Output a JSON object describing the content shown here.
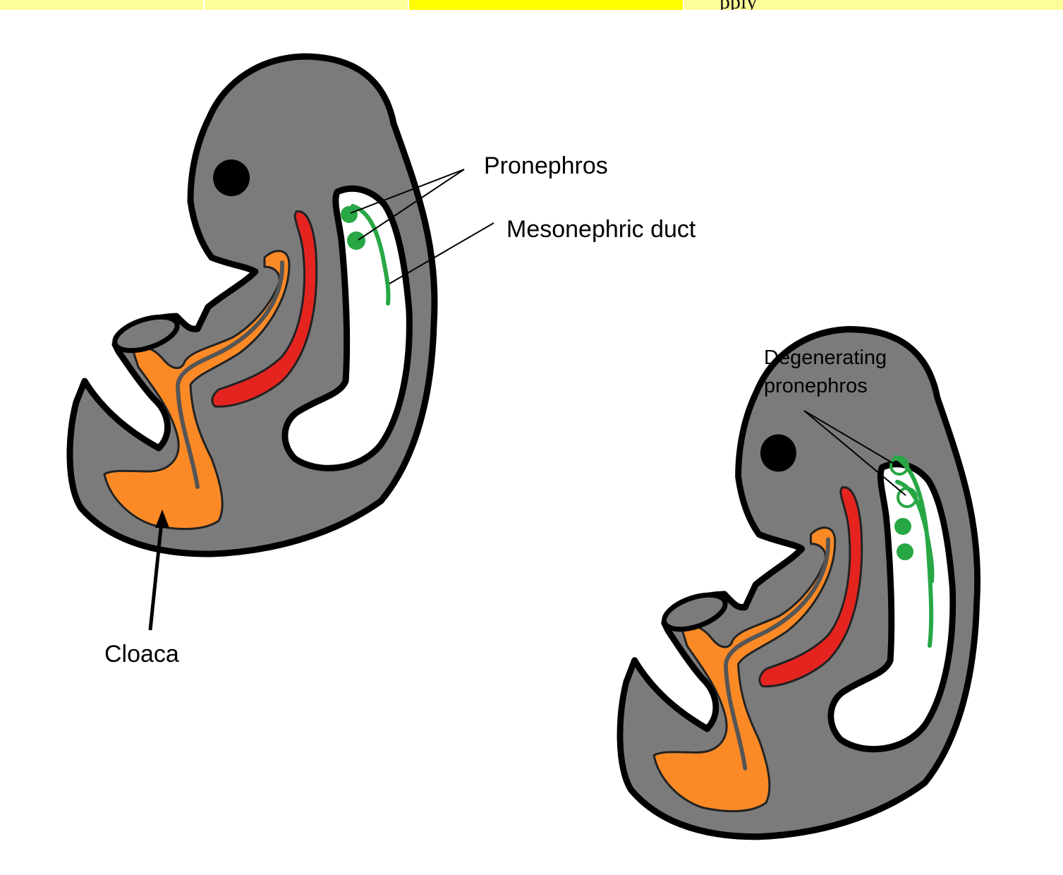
{
  "header_strip": {
    "partial_text": "pply"
  },
  "embryo_left": {
    "labels": {
      "pronephros": "Pronephros",
      "mesonephric_duct": "Mesonephric duct",
      "cloaca": "Cloaca"
    }
  },
  "embryo_right": {
    "labels": {
      "degenerating_line1": "Degenerating",
      "degenerating_line2": "pronephros"
    }
  },
  "colors": {
    "body": "#7b7b7b",
    "outline": "#000000",
    "gut": "#fb8a26",
    "notochord": "#e52420",
    "duct": "#28a745",
    "header_pale": "#fdfd9a",
    "header_bright": "#ffff00"
  }
}
